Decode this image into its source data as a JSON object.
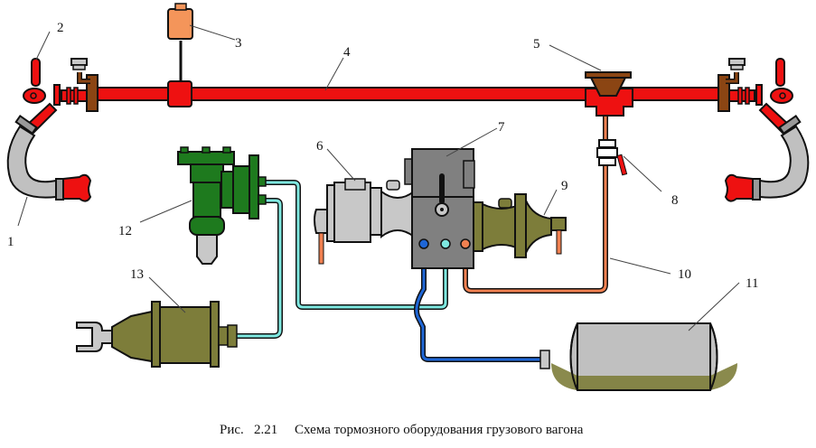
{
  "caption": {
    "prefix": "Рис.",
    "number": "2.21",
    "title": "Схема тормозного оборудования грузового вагона"
  },
  "colors": {
    "brake_line": "#ee1111",
    "fitting_brown": "#8b4513",
    "hose_gray": "#c0c0c0",
    "apparatus_gray": "#808080",
    "light_gray": "#c8c8c8",
    "olive": "#7d7d3a",
    "green": "#1e7a1e",
    "orange_pipe": "#f08050",
    "cyan_pipe": "#7ee8e0",
    "blue_pipe": "#1e66d6",
    "sensor_orange": "#f4955a"
  },
  "callouts": [
    {
      "id": "1",
      "text": "1"
    },
    {
      "id": "2",
      "text": "2"
    },
    {
      "id": "3",
      "text": "3"
    },
    {
      "id": "4",
      "text": "4"
    },
    {
      "id": "5",
      "text": "5"
    },
    {
      "id": "6",
      "text": "6"
    },
    {
      "id": "7",
      "text": "7"
    },
    {
      "id": "8",
      "text": "8"
    },
    {
      "id": "9",
      "text": "9"
    },
    {
      "id": "10",
      "text": "10"
    },
    {
      "id": "11",
      "text": "11"
    },
    {
      "id": "12",
      "text": "12"
    },
    {
      "id": "13",
      "text": "13"
    }
  ]
}
